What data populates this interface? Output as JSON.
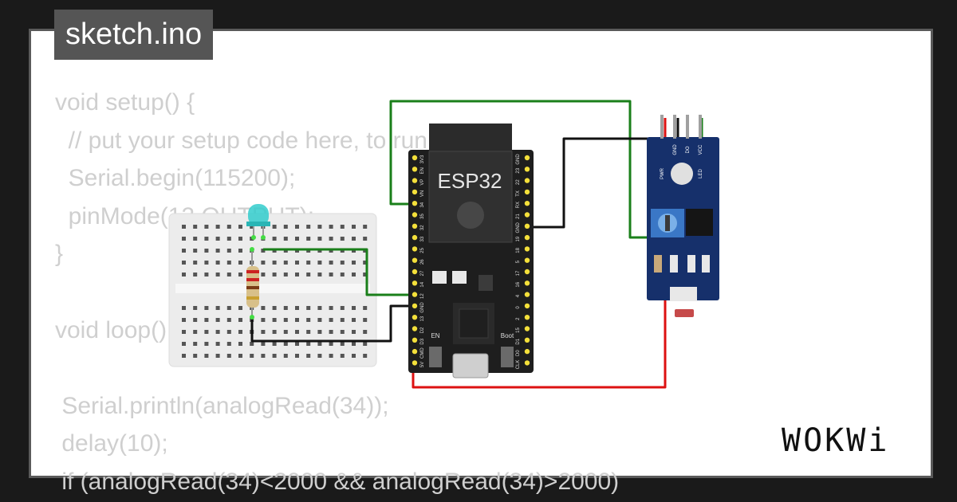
{
  "file_tab": {
    "label": "sketch.ino"
  },
  "code_lines": [
    "void setup() {",
    "  // put your setup code here, to run once:",
    "  Serial.begin(115200);",
    "  pinMode(12,OUTPUT);",
    "}",
    "",
    "void loop() {",
    "",
    " Serial.println(analogRead(34));",
    " delay(10);",
    " if (analogRead(34)<2000 && analogRead(34)>2000)"
  ],
  "esp32": {
    "label": "ESP32",
    "left_pins": [
      "3V3",
      "EN",
      "VP",
      "VN",
      "34",
      "35",
      "32",
      "33",
      "25",
      "26",
      "27",
      "14",
      "12",
      "GND",
      "13",
      "D2",
      "D3",
      "CMD",
      "5V"
    ],
    "right_pins": [
      "GND",
      "23",
      "22",
      "TX",
      "RX",
      "21",
      "GND",
      "19",
      "18",
      "5",
      "17",
      "16",
      "4",
      "0",
      "2",
      "15",
      "D1",
      "D0",
      "CLK"
    ],
    "button_en": "EN",
    "button_boot": "Boot"
  },
  "sensor_module": {
    "pin_labels": [
      "GND",
      "DO",
      "VCC"
    ],
    "led_labels": [
      "PWR",
      "LED"
    ]
  },
  "brand": {
    "name": "WOKWi"
  },
  "colors": {
    "wire_green": "#1a7f1a",
    "wire_black": "#111111",
    "wire_red": "#dd1111",
    "led": "#33cccc",
    "board": "#1e1e1e",
    "module": "#16306b",
    "breadboard": "#ececec"
  }
}
